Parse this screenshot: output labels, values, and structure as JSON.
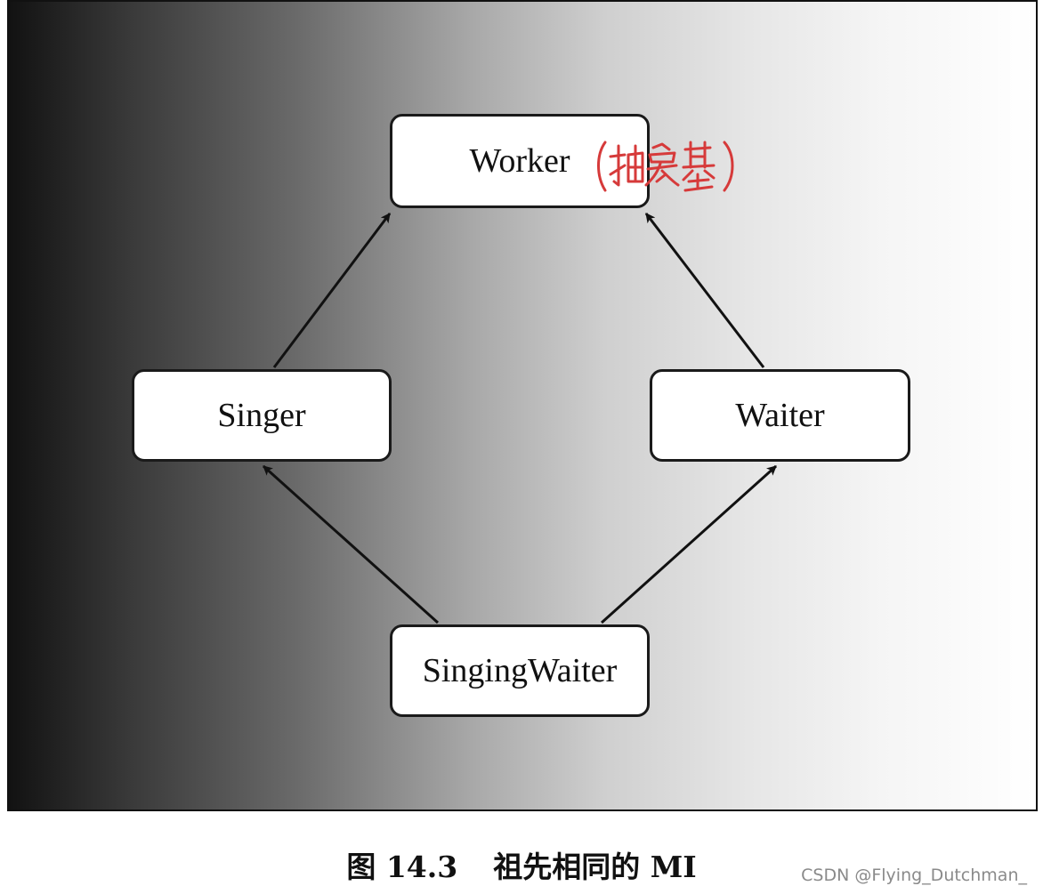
{
  "diagram": {
    "nodes": {
      "worker": "Worker",
      "singer": "Singer",
      "waiter": "Waiter",
      "singing_waiter": "SingingWaiter"
    },
    "edges": [
      {
        "from": "Singer",
        "to": "Worker"
      },
      {
        "from": "Waiter",
        "to": "Worker"
      },
      {
        "from": "SingingWaiter",
        "to": "Singer"
      },
      {
        "from": "SingingWaiter",
        "to": "Waiter"
      }
    ],
    "handwritten_note": "(抽象基)",
    "handwritten_color": "#d63a3a"
  },
  "caption": {
    "number": "图 14.3",
    "text": "祖先相同的 MI"
  },
  "watermark": "CSDN @Flying_Dutchman_"
}
